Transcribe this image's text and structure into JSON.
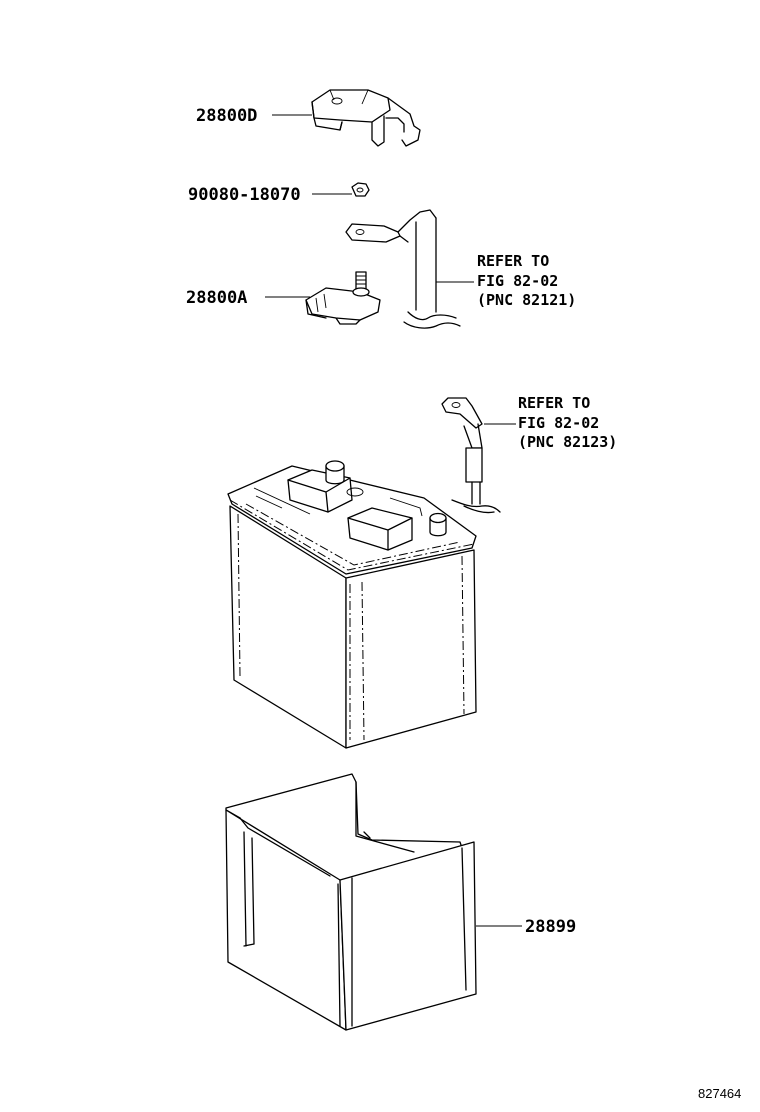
{
  "callouts": [
    {
      "id": "28800D",
      "label": "28800D"
    },
    {
      "id": "90080-18070",
      "label": "90080-18070"
    },
    {
      "id": "28800A",
      "label": "28800A"
    },
    {
      "id": "28899",
      "label": "28899"
    }
  ],
  "references": [
    {
      "lines": [
        "REFER TO",
        "FIG 82-02",
        "(PNC 82121)"
      ]
    },
    {
      "lines": [
        "REFER TO",
        "FIG 82-02",
        "(PNC 82123)"
      ]
    }
  ],
  "figure_number": "827464"
}
